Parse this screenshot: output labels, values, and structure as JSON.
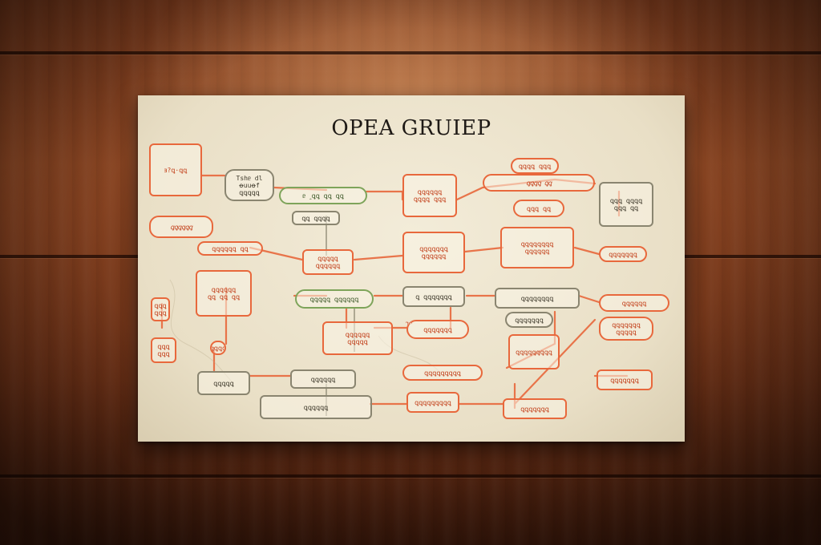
{
  "title": "OPEA GRUIEP",
  "nodes": [
    {
      "text": "ⱻ?ꝗ·ꝗꝗ"
    },
    {
      "text": "Tshᥱ dl\nꝋuuꝋf\nꝗꝗꝗꝗꝗ"
    },
    {
      "text": "ᥱ ꞈꝗꝗ ꝗꝗ ꝗꝗ"
    },
    {
      "text": "ꝗꝗ ꝗꝗꝗꝗ"
    },
    {
      "text": "ꝗꝗꝗꝗꝗꝗ\nꝗꝗꝗꝗ ꝗꝗꝗ"
    },
    {
      "text": "ꝗꝗꝗꝗ ꝗꝗꝗ"
    },
    {
      "text": "ꝗꝗꝗꝗ ꝗꝗ"
    },
    {
      "text": "ꝗꝗꝗ ꝗꝗ"
    },
    {
      "text": "ꝗꝗꝗ ꝗꝗꝗꝗ\nꝗꝗꝗ ꝗꝗ"
    },
    {
      "text": "ꝗꝗꝗꝗꝗꝗ"
    },
    {
      "text": "ꝗꝗꝗꝗꝗꝗ ꝗꝗ"
    },
    {
      "text": "ꝗꝗꝗꝗꝗ\nꝗꝗꝗꝗꝗꝗ"
    },
    {
      "text": "ꝗꝗꝗꝗꝗꝗꝗ\nꝗꝗꝗꝗꝗꝗ"
    },
    {
      "text": "ꝗꝗꝗꝗꝗꝗꝗꝗ\nꝗꝗꝗꝗꝗꝗ"
    },
    {
      "text": "ꝗꝗꝗꝗꝗꝗꝗ"
    },
    {
      "text": "ꝗꝗꝗꝗꝗꝗ\nꝗꝗ ꝗꝗ ꝗꝗ"
    },
    {
      "text": "ꝗꝗꝗꝗꝗ ꝗꝗꝗꝗꝗꝗ"
    },
    {
      "text": "ꝗ ꝗꝗꝗꝗꝗꝗꝗ"
    },
    {
      "text": "ꝗꝗꝗꝗꝗꝗꝗꝗ"
    },
    {
      "text": "ꝗꝗꝗꝗꝗꝗꝗ"
    },
    {
      "text": "ꝗꝗꝗꝗꝗꝗ"
    },
    {
      "text": "ꝗꝗꝗꝗꝗꝗꝗ\nꝗꝗꝗꝗꝗ"
    },
    {
      "text": "ꝗꝗꝗꝗꝗꝗ\nꝗꝗꝗꝗꝗ"
    },
    {
      "text": "ꝗꝗꝗꝗꝗꝗꝗ"
    },
    {
      "text": "ꝗꝗꝗꝗꝗꝗꝗꝗꝗ"
    },
    {
      "text": "ꝗꝗꝗꝗꝗꝗꝗꝗꝗ"
    },
    {
      "text": "ꝗꝗꝗꝗꝗ"
    },
    {
      "text": "ꝗꝗꝗꝗꝗꝗ"
    },
    {
      "text": "ꝗꝗꝗꝗꝗꝗꝗ"
    },
    {
      "text": "ꝗꝗꝗꝗꝗꝗ"
    },
    {
      "text": "ꝗꝗꝗꝗꝗꝗꝗꝗꝗ"
    },
    {
      "text": "ꝗꝗꝗꝗꝗꝗꝗ"
    },
    {
      "text": "ꝗꝗꝗ\nꝗꝗꝗ"
    },
    {
      "text": "ꝗꝗꝗ\nꝗꝗꝗ"
    },
    {
      "text": "ꝗꝗꝗꝗꝗꝗꝗꝗ"
    },
    {
      "text": "ꝗꝗꝗꝗꝗꝗ"
    }
  ],
  "colors": {
    "wood": "#7b3a1c",
    "paper": "#f3ecd9",
    "orange": "#e8683c",
    "grey": "#8a8570",
    "green": "#7ea45a"
  }
}
